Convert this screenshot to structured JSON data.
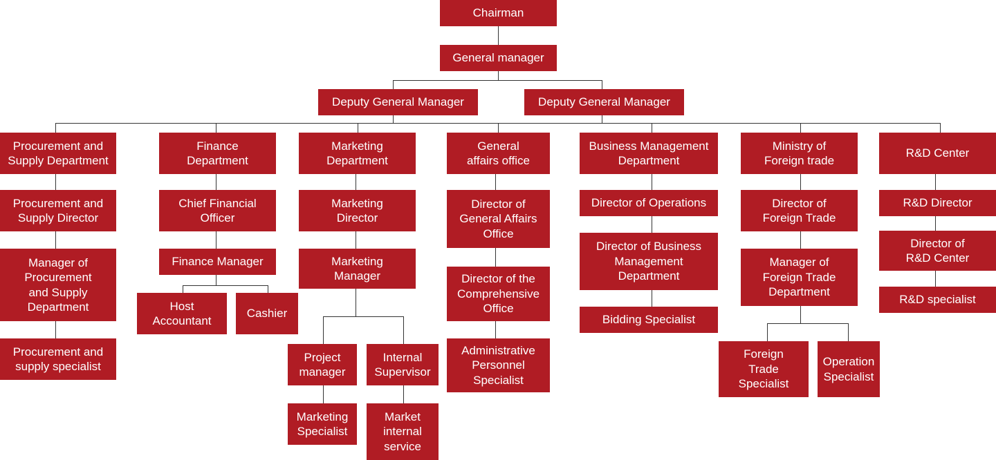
{
  "diagram": {
    "colors": {
      "box_fill": "#b01c24",
      "box_text": "#ffffff",
      "connector": "#333333",
      "background": "#ffffff"
    },
    "nodes": [
      {
        "id": "chairman",
        "label": "Chairman"
      },
      {
        "id": "general-manager",
        "label": "General manager"
      },
      {
        "id": "deputy-gm-1",
        "label": "Deputy General Manager"
      },
      {
        "id": "deputy-gm-2",
        "label": "Deputy General Manager"
      },
      {
        "id": "procurement-dept",
        "label": "Procurement and\nSupply Department"
      },
      {
        "id": "procurement-director",
        "label": "Procurement and\nSupply Director"
      },
      {
        "id": "procurement-manager",
        "label": "Manager of\nProcurement\nand Supply\nDepartment"
      },
      {
        "id": "procurement-specialist",
        "label": "Procurement and\nsupply specialist"
      },
      {
        "id": "finance-dept",
        "label": "Finance\nDepartment"
      },
      {
        "id": "cfo",
        "label": "Chief Financial\nOfficer"
      },
      {
        "id": "finance-manager",
        "label": "Finance Manager"
      },
      {
        "id": "host-accountant",
        "label": "Host\nAccountant"
      },
      {
        "id": "cashier",
        "label": "Cashier"
      },
      {
        "id": "marketing-dept",
        "label": "Marketing\nDepartment"
      },
      {
        "id": "marketing-director",
        "label": "Marketing\nDirector"
      },
      {
        "id": "marketing-manager",
        "label": "Marketing\nManager"
      },
      {
        "id": "project-manager",
        "label": "Project\nmanager"
      },
      {
        "id": "internal-supervisor",
        "label": "Internal\nSupervisor"
      },
      {
        "id": "marketing-specialist",
        "label": "Marketing\nSpecialist"
      },
      {
        "id": "market-internal-service",
        "label": "Market\ninternal\nservice"
      },
      {
        "id": "general-affairs-office",
        "label": "General\naffairs office"
      },
      {
        "id": "director-general-affairs",
        "label": "Director of\nGeneral Affairs\nOffice"
      },
      {
        "id": "director-comprehensive",
        "label": "Director of the\nComprehensive\nOffice"
      },
      {
        "id": "admin-personnel-specialist",
        "label": "Administrative\nPersonnel\nSpecialist"
      },
      {
        "id": "business-mgmt-dept",
        "label": "Business Management\nDepartment"
      },
      {
        "id": "director-operations",
        "label": "Director of Operations"
      },
      {
        "id": "director-business-mgmt",
        "label": "Director of Business\nManagement\nDepartment"
      },
      {
        "id": "bidding-specialist",
        "label": "Bidding Specialist"
      },
      {
        "id": "ministry-foreign-trade",
        "label": "Ministry of\nForeign trade"
      },
      {
        "id": "director-foreign-trade",
        "label": "Director of\nForeign Trade"
      },
      {
        "id": "manager-foreign-trade",
        "label": "Manager of\nForeign Trade\nDepartment"
      },
      {
        "id": "foreign-trade-specialist",
        "label": "Foreign\nTrade\nSpecialist"
      },
      {
        "id": "operation-specialist",
        "label": "Operation\nSpecialist"
      },
      {
        "id": "rd-center",
        "label": "R&D Center"
      },
      {
        "id": "rd-director",
        "label": "R&D Director"
      },
      {
        "id": "director-rd-center",
        "label": "Director of\nR&D Center"
      },
      {
        "id": "rd-specialist",
        "label": "R&D specialist"
      }
    ]
  }
}
